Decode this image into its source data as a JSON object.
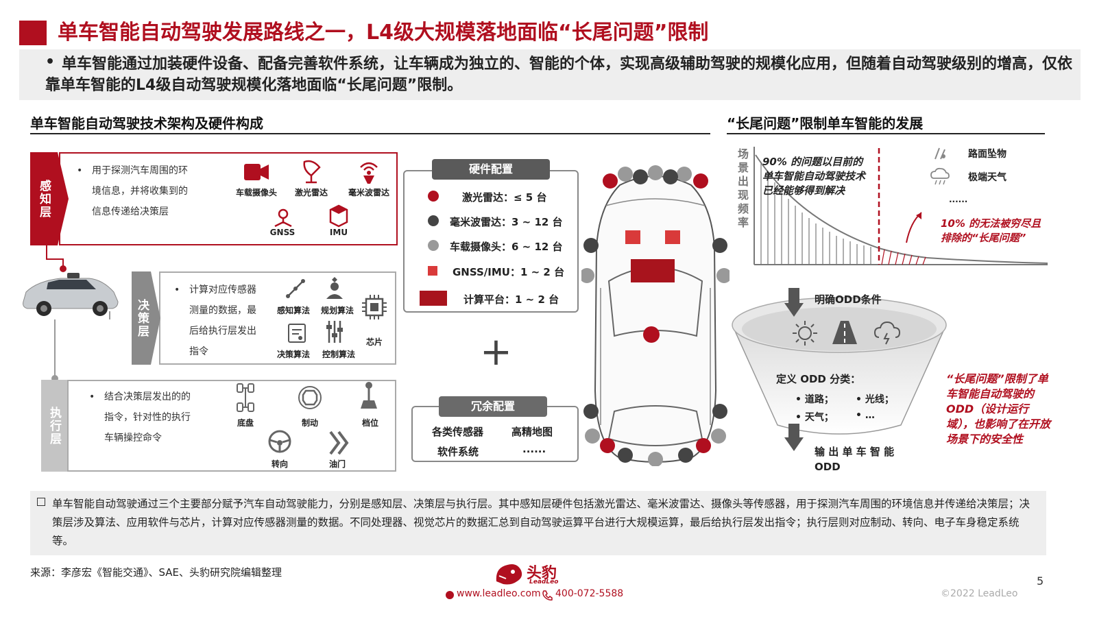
{
  "header": {
    "title": "单车智能自动驾驶发展路线之一，L4级大规模落地面临“长尾问题”限制",
    "summary": "单车智能通过加装硬件设备、配备完善软件系统，让车辆成为独立的、智能的个体，实现高级辅助驾驶的规模化应用，但随着自动驾驶级别的增高，仅依靠单车智能的L4级自动驾驶规模化落地面临“长尾问题”限制。"
  },
  "left_section": {
    "title": "单车智能自动驾驶技术架构及硬件构成",
    "perception": {
      "tab": "感知层",
      "text": [
        "用于探测汽车周围的环",
        "境信息，并将收集到的",
        "信息传递给决策层"
      ],
      "icons": [
        {
          "label": "车载摄像头",
          "icon": "camera-icon"
        },
        {
          "label": "激光雷达",
          "icon": "lidar-icon"
        },
        {
          "label": "毫米波雷达",
          "icon": "radar-icon"
        },
        {
          "label": "GNSS",
          "icon": "gnss-icon"
        },
        {
          "label": "IMU",
          "icon": "imu-icon"
        }
      ]
    },
    "decision": {
      "tab": "决策层",
      "text": [
        "计算对应传感器",
        "测量的数据，最",
        "后给执行层发出",
        "指令"
      ],
      "icons": [
        {
          "label": "感知算法",
          "icon": "perception-algorithm-icon"
        },
        {
          "label": "规划算法",
          "icon": "planning-algorithm-icon"
        },
        {
          "label": "决策算法",
          "icon": "decision-algorithm-icon"
        },
        {
          "label": "控制算法",
          "icon": "control-algorithm-icon"
        },
        {
          "label": "芯片",
          "icon": "chip-icon"
        }
      ]
    },
    "execution": {
      "tab": "执行层",
      "text": [
        "结合决策层发出的的",
        "指令，针对性的执行",
        "车辆操控命令"
      ],
      "icons": [
        {
          "label": "底盘",
          "icon": "chassis-icon"
        },
        {
          "label": "制动",
          "icon": "brake-icon"
        },
        {
          "label": "档位",
          "icon": "gear-shift-icon"
        },
        {
          "label": "转向",
          "icon": "steering-wheel-icon"
        },
        {
          "label": "油门",
          "icon": "throttle-icon"
        }
      ]
    }
  },
  "hardware": {
    "title": "硬件配置",
    "rows": [
      {
        "label": "激光雷达：≤ 5 台",
        "color": "#b00f1f"
      },
      {
        "label": "毫米波雷达：3 ~ 12 台",
        "color": "#444444"
      },
      {
        "label": "车载摄像头：6 ~ 12 台",
        "color": "#999999"
      },
      {
        "label": "GNSS/IMU：1 ~ 2 台",
        "color": "#d93a3a"
      },
      {
        "label": "计算平台：1 ~ 2 台",
        "color": "#a8141d"
      }
    ],
    "plus": "+",
    "redundancy_title": "冗余配置",
    "redundancy": [
      "各类传感器",
      "高精地图",
      "软件系统",
      "......"
    ]
  },
  "right_section": {
    "title": "“长尾问题”限制单车智能的发展",
    "y_axis": "场景出现频率",
    "left_note": "90% 的问题以目前的单车智能自动驾驶技术已经能够得到解决",
    "right_note": "10% 的无法被穷尽且排除的“长尾问题”",
    "legend": [
      "路面坠物",
      "极端天气",
      "......"
    ],
    "odd_top": "明确ODD条件",
    "odd_define": "定义 ODD 分类：",
    "odd_items": [
      "• 道路；",
      "• 光线；",
      "• 天气；",
      "• …"
    ],
    "odd_output_line1": "输 出 单 车 智 能",
    "odd_output_line2": "ODD",
    "odd_note": "“长尾问题”限制了单车智能自动驾驶的ODD（设计运行域），也影响了在开放场景下的安全性"
  },
  "note": "单车智能自动驾驶通过三个主要部分赋予汽车自动驾驶能力，分别是感知层、决策层与执行层。其中感知层硬件包括激光雷达、毫米波雷达、摄像头等传感器，用于探测汽车周围的环境信息并传递给决策层；决策层涉及算法、应用软件与芯片，计算对应传感器测量的数据。不同处理器、视觉芯片的数据汇总到自动驾驶运算平台进行大规模运算，最后给执行层发出指令；执行层则对应制动、转向、电子车身稳定系统等。",
  "footer": {
    "source": "来源：李彦宏《智能交通》、SAE、头豹研究院编辑整理",
    "brand": "头豹",
    "brand_sub": "LeadLeo",
    "website": "www.leadleo.com",
    "phone": "400-072-5588",
    "page": "5",
    "copyright": "©2022 LeadLeo"
  },
  "colors": {
    "accent": "#b00f1f",
    "gray": "#999999",
    "dark": "#444444"
  }
}
